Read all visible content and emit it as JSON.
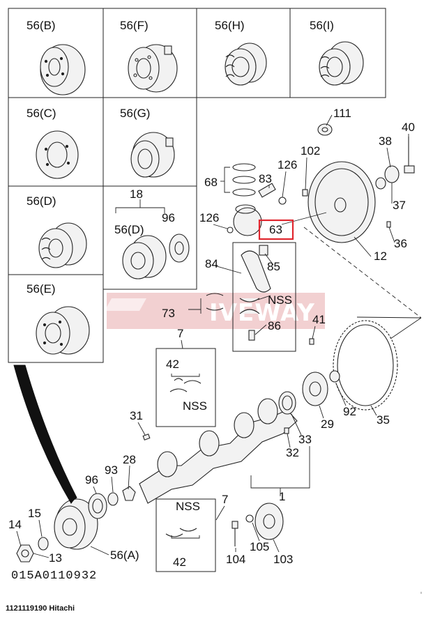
{
  "diagram": {
    "drawing_code": "015A0110932",
    "footer": "1121119190 Hitachi",
    "watermark": "IVEWAY",
    "highlight_color": "#e0262e",
    "panels": {
      "p56b": "56(B)",
      "p56f": "56(F)",
      "p56h": "56(H)",
      "p56i": "56(I)",
      "p56c": "56(C)",
      "p56g": "56(G)",
      "p56d": "56(D)",
      "p18": "18",
      "p18_56d": "56(D)",
      "p18_96": "96",
      "p56e": "56(E)"
    },
    "labels": {
      "l111": "111",
      "l40": "40",
      "l38": "38",
      "l102": "102",
      "l126a": "126",
      "l68": "68",
      "l83": "83",
      "l37": "37",
      "l126b": "126",
      "l63": "63",
      "l12": "12",
      "l36": "36",
      "l84": "84",
      "l85": "85",
      "lnss1": "NSS",
      "l73": "73",
      "l86": "86",
      "l41": "41",
      "l7a": "7",
      "l42a": "42",
      "lnss2": "NSS",
      "l35": "35",
      "l92": "92",
      "l29": "29",
      "l31": "31",
      "l33": "33",
      "l32": "32",
      "l28": "28",
      "l96": "96",
      "l93": "93",
      "l1": "1",
      "l15": "15",
      "l14": "14",
      "l13": "13",
      "l56a": "56(A)",
      "l7b": "7",
      "lnss3": "NSS",
      "l42b": "42",
      "l104": "104",
      "l105": "105",
      "l103": "103"
    }
  }
}
